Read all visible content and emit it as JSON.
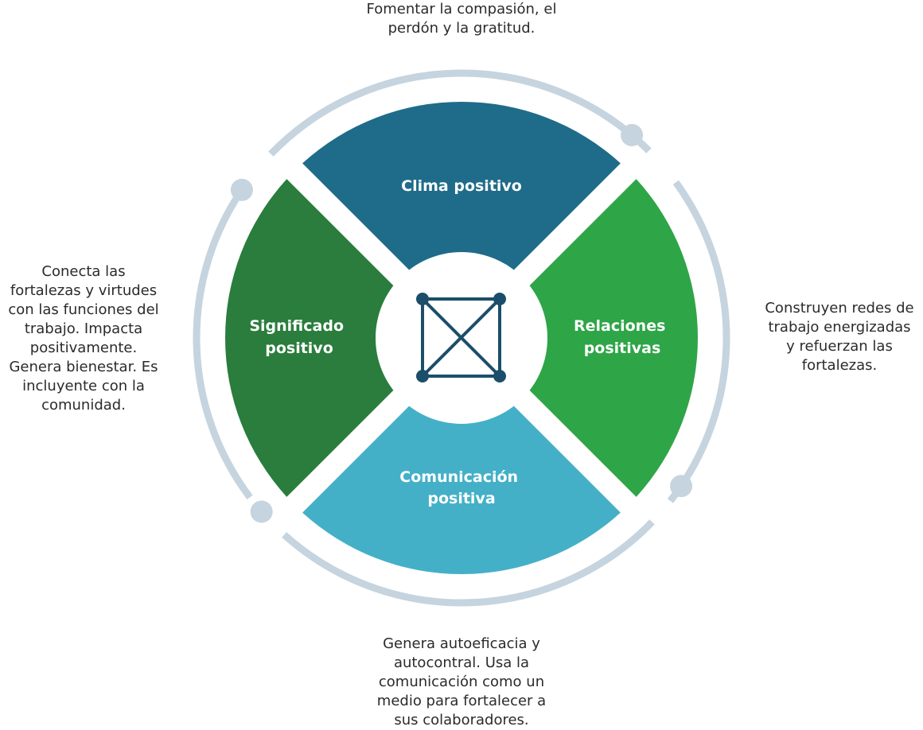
{
  "quadrants": {
    "top": {
      "label_lines": [
        "Clima positivo"
      ],
      "color": "#1f6b8a"
    },
    "right": {
      "label_lines": [
        "Relaciones",
        "positivas"
      ],
      "color": "#2ea547"
    },
    "bottom": {
      "label_lines": [
        "Comunicación",
        "positiva"
      ],
      "color": "#44b0c8"
    },
    "left": {
      "label_lines": [
        "Significado",
        "positivo"
      ],
      "color": "#2a7d3c"
    }
  },
  "captions": {
    "top": "Fomentar la compasión, el\nperdón y la gratitud.",
    "right": "Construyen redes de\ntrabajo energizadas\ny refuerzan las\nfortalezas.",
    "bottom": "Genera autoeficacia y\nautocontral. Usa la\ncomunicación como un\nmedio para fortalecer a\nsus colaboradores.",
    "left": "Conecta las\nfortalezas y virtudes\ncon las funciones del\ntrabajo. Impacta\npositivamente.\nGenera bienestar. Es\nincluyente con la\ncomunidad."
  },
  "colors": {
    "ring": "#c5d4de",
    "center_bg": "#ffffff",
    "network_icon": "#1b4e6b"
  },
  "center_icon": "network-square-icon"
}
